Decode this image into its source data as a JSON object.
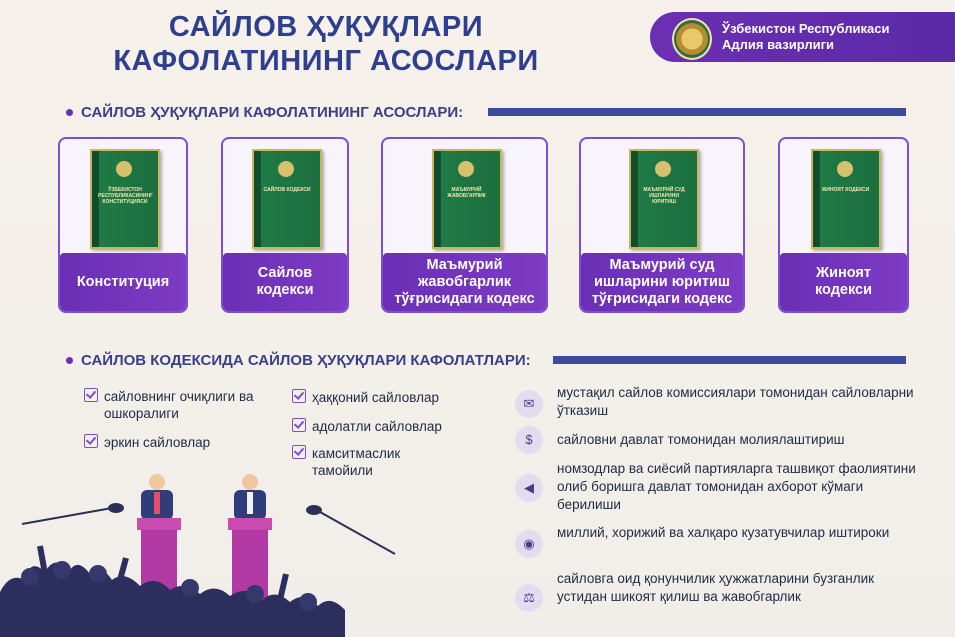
{
  "title": "САЙЛОВ ҲУҚУҚЛАРИ КАФОЛАТИНИНГ АСОСЛАРИ",
  "ministry": {
    "line1": "Ўзбекистон Республикаси",
    "line2": "Адлия вазирлиги",
    "emblem_icon": "state-emblem-icon"
  },
  "section1": {
    "title": "САЙЛОВ ҲУҚУҚЛАРИ КАФОЛАТИНИНГ АСОСЛАРИ:"
  },
  "documents": [
    {
      "label": "Конституция",
      "book_text": "ЎЗБЕКИСТОН РЕСПУБЛИКАСИНИНГ КОНСТИТУЦИЯСИ"
    },
    {
      "label": "Сайлов кодекси",
      "book_text": "САЙЛОВ КОДЕКСИ"
    },
    {
      "label": "Маъмурий жавобгарлик тўғрисидаги кодекс",
      "book_text": "МАЪМУРИЙ ЖАВОБГАРЛИК"
    },
    {
      "label": "Маъмурий суд ишларини юритиш тўғрисидаги кодекс",
      "book_text": "МАЪМУРИЙ СУД ИШЛАРИНИ ЮРИТИШ"
    },
    {
      "label": "Жиноят кодекси",
      "book_text": "ЖИНОЯТ КОДЕКСИ"
    }
  ],
  "section2": {
    "title": "САЙЛОВ КОДЕКСИДА САЙЛОВ ҲУҚУҚЛАРИ КАФОЛАТЛАРИ:"
  },
  "principles_left": [
    "сайловнинг очиқлиги ва ошкоралиги",
    "эркин сайловлар"
  ],
  "principles_right": [
    "ҳаққоний сайловлар",
    "адолатли сайловлар",
    "камситмаслик тамойили"
  ],
  "guarantees": [
    {
      "icon": "ballot-icon",
      "text": "мустақил сайлов комиссиялари томонидан сайловларни ўтказиш"
    },
    {
      "icon": "coins-icon",
      "text": "сайловни давлат томонидан молиялаштириш"
    },
    {
      "icon": "megaphone-icon",
      "text": "номзодлар ва сиёсий партияларга ташвиқот фаолиятини олиб боришга давлат томонидан ахборот кўмаги берилиши"
    },
    {
      "icon": "observer-icon",
      "text": "миллий, хорижий ва халқаро кузатувчилар иштироки"
    },
    {
      "icon": "complaint-icon",
      "text": "сайловга оид қонунчилик ҳужжатларини бузганлик устидан шикоят қилиш ва жавобгарлик"
    }
  ],
  "colors": {
    "accent": "#6b2fb3",
    "title": "#2e3f8f",
    "line": "#3b4a9a"
  }
}
